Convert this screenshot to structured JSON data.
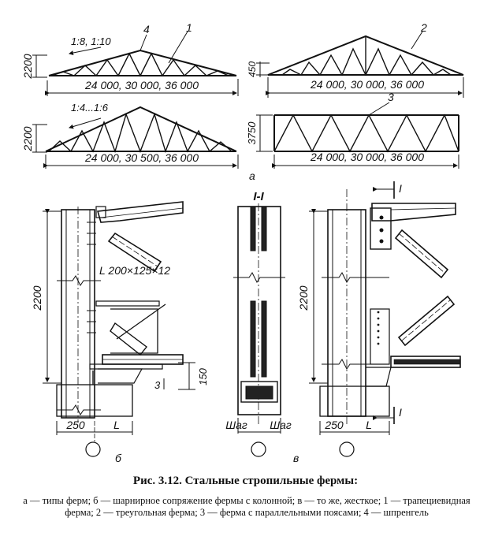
{
  "truss_types": {
    "trapezoid_top": {
      "height": "2200",
      "span": "24 000, 30 000, 36 000",
      "slope": "1:8, 1:10",
      "marker": "4"
    },
    "trapezoid_bottom": {
      "height": "2200",
      "span": "24 000, 30 500, 36 000",
      "slope": "1:4...1:6"
    },
    "triangular": {
      "height": "450",
      "span": "24 000, 30 000, 36 000",
      "marker": "2"
    },
    "marker_1": "1",
    "parallel": {
      "height": "3750",
      "span": "24 000, 30 000, 36 000",
      "marker": "3"
    },
    "panel_label": "a"
  },
  "hinged": {
    "height": "2200",
    "angle": "L 200×125×12",
    "dim_150": "150",
    "dim_3": "3",
    "dim_250": "250",
    "dim_L": "L",
    "panel_label": "б"
  },
  "section": {
    "title": "I-I",
    "step_left": "Шаг",
    "step_right": "Шаг"
  },
  "rigid": {
    "height": "2200",
    "dim_250": "250",
    "dim_L": "L",
    "section_mark_top": "I",
    "section_mark_bottom": "I",
    "panel_label": "в"
  },
  "caption": {
    "title": "Рис. 3.12. Стальные стропильные фермы:",
    "body": "а — типы ферм; б — шарнирное сопряжение фермы с колонной; в — то же, жесткое; 1 — трапециевидная ферма; 2 — треугольная ферма; 3 — ферма с параллельными поясами; 4 — шпренгель"
  }
}
